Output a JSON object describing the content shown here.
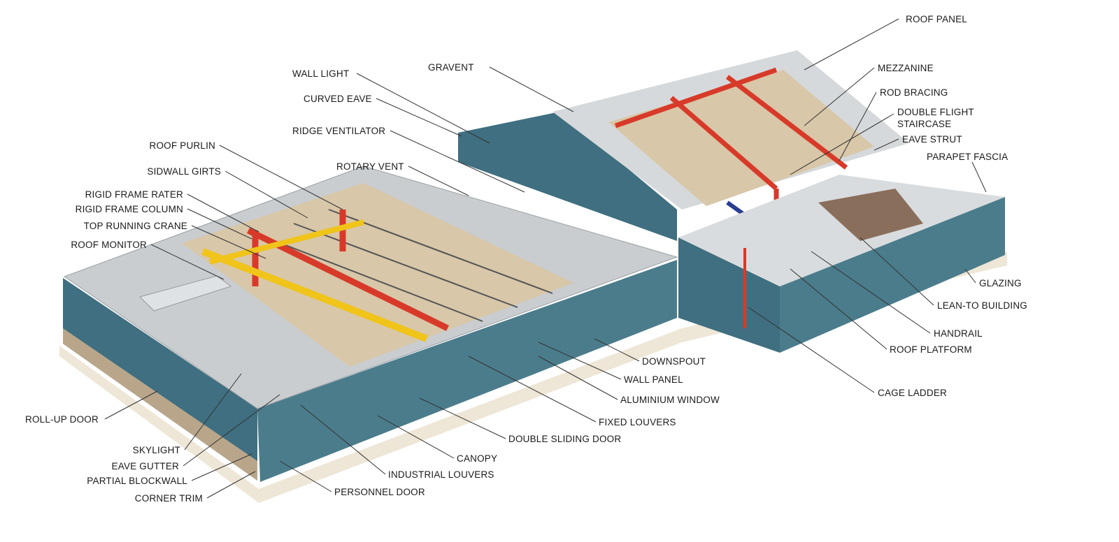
{
  "title": "Steel building components diagram",
  "colors": {
    "wall": "#3f6f80",
    "roof": "#c9cdd0",
    "frame": "#d83a2a",
    "crane": "#f0c419",
    "interior": "#d8c7a8"
  },
  "labels": {
    "roof_purlin": "ROOF PURLIN",
    "sidwall_girts": "SIDWALL GIRTS",
    "rigid_frame_rater": "RIGID FRAME RATER",
    "rigid_frame_column": "RIGID FRAME COLUMN",
    "top_running_crane": "TOP RUNNING CRANE",
    "roof_monitor": "ROOF MONITOR",
    "wall_light": "WALL LIGHT",
    "curved_eave": "CURVED EAVE",
    "ridge_ventilator": "RIDGE VENTILATOR",
    "rotary_vent": "ROTARY VENT",
    "gravent": "GRAVENT",
    "roof_panel": "ROOF PANEL",
    "mezzanine": "MEZZANINE",
    "rod_bracing": "ROD BRACING",
    "double_flight_1": "DOUBLE FLIGHT",
    "double_flight_2": "STAIRCASE",
    "eave_strut": "EAVE STRUT",
    "parapet_fascia": "PARAPET FASCIA",
    "glazing": "GLAZING",
    "lean_to_building": "LEAN-TO  BUILDING",
    "handrail": "HANDRAIL",
    "roof_platform": "ROOF PLATFORM",
    "cage_ladder": "CAGE LADDER",
    "downspout": "DOWNSPOUT",
    "wall_panel": "WALL PANEL",
    "aluminium_window": "ALUMINIUM WINDOW",
    "fixed_louvers": "FIXED LOUVERS",
    "double_sliding_door": "DOUBLE SLIDING DOOR",
    "canopy": "CANOPY",
    "industrial_louvers": "INDUSTRIAL LOUVERS",
    "personnel_door": "PERSONNEL DOOR",
    "roll_up_door": "ROLL-UP DOOR",
    "skylight": "SKYLIGHT",
    "eave_gutter": "EAVE GUTTER",
    "partial_blockwall": "PARTIAL BLOCKWALL",
    "corner_trim": "CORNER TRIM"
  }
}
